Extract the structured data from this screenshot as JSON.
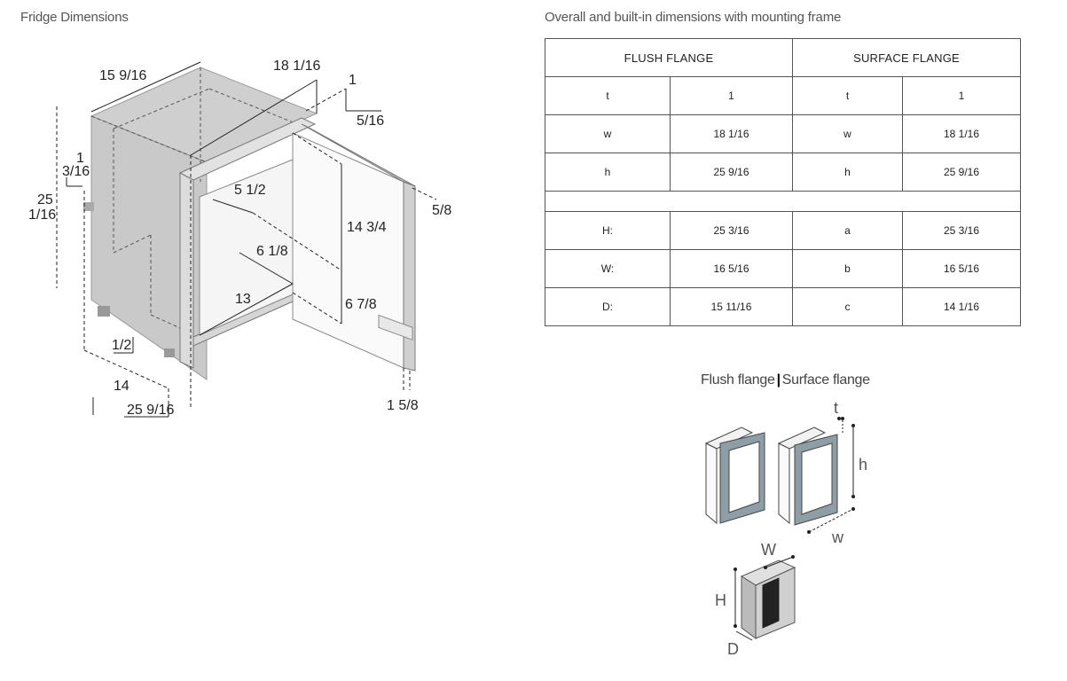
{
  "headings": {
    "left": "Fridge Dimensions",
    "right": "Overall and built-in dimensions with mounting frame"
  },
  "fridge_dims": {
    "d1": "15 9/16",
    "d2": "18 1/16",
    "d3": "1",
    "d4": "5/16",
    "d5a": "1",
    "d5b": "3/16",
    "d6a": "25",
    "d6b": "1/16",
    "d7": "5 1/2",
    "d8": "14 3/4",
    "d9": "5/8",
    "d10": "6 1/8",
    "d11": "13",
    "d12": "6 7/8",
    "d13": "1/2",
    "d14": "14",
    "d15": "25 9/16",
    "d16": "1 5/8"
  },
  "table": {
    "col_flush": "FLUSH FLANGE",
    "col_surface": "SURFACE FLANGE",
    "rows": [
      {
        "k1": "t",
        "v1": "1",
        "k2": "t",
        "v2": "1"
      },
      {
        "k1": "w",
        "v1": "18 1/16",
        "k2": "w",
        "v2": "18 1/16"
      },
      {
        "k1": "h",
        "v1": "25 9/16",
        "k2": "h",
        "v2": "25 9/16"
      }
    ],
    "rows2": [
      {
        "k1": "H:",
        "v1": "25 3/16",
        "k2": "a",
        "v2": "25 3/16"
      },
      {
        "k1": "W:",
        "v1": "16 5/16",
        "k2": "b",
        "v2": "16 5/16"
      },
      {
        "k1": "D:",
        "v1": "15 11/16",
        "k2": "c",
        "v2": "14 1/16"
      }
    ]
  },
  "caption": {
    "flush": "Flush flange",
    "sep": "|",
    "surface": "Surface flange"
  },
  "mini_labels": {
    "t": "t",
    "h": "h",
    "w": "w",
    "W": "W",
    "H": "H",
    "D": "D"
  },
  "colors": {
    "body_gray": "#c8c8c8",
    "body_dark": "#a9a9a9",
    "frame_blue": "#8e9ea6",
    "line": "#222222"
  }
}
